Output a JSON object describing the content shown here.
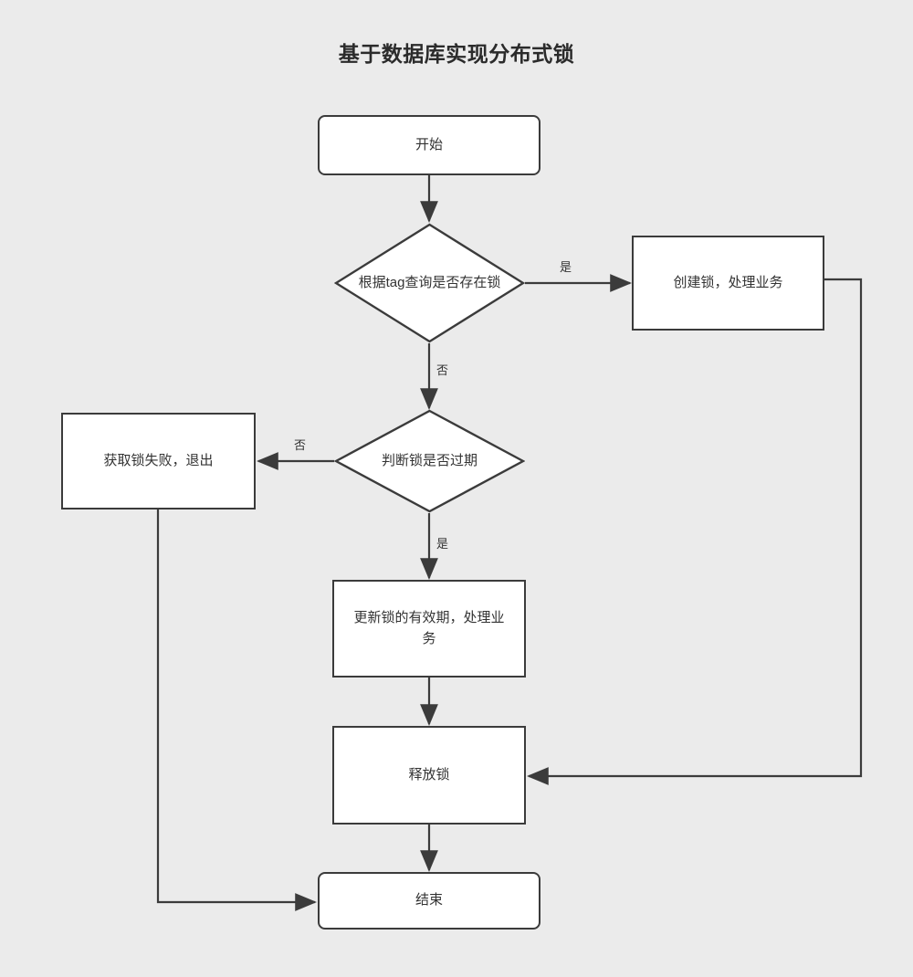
{
  "diagram": {
    "title": "基于数据库实现分布式锁",
    "background_color": "#ebebeb",
    "node_fill": "#ffffff",
    "stroke_color": "#3b3b3b",
    "text_color": "#333333",
    "nodes": [
      {
        "id": "start",
        "label": "开始",
        "shape": "rounded-rect"
      },
      {
        "id": "check-lock",
        "label": "根据tag查询是否存在锁",
        "shape": "diamond"
      },
      {
        "id": "create-lock",
        "label": "创建锁，处理业务",
        "shape": "rect"
      },
      {
        "id": "check-expired",
        "label": "判断锁是否过期",
        "shape": "diamond"
      },
      {
        "id": "acquire-failed",
        "label": "获取锁失败，退出",
        "shape": "rect"
      },
      {
        "id": "renew-lock",
        "label": "更新锁的有效期，处理业务",
        "shape": "rect"
      },
      {
        "id": "release-lock",
        "label": "释放锁",
        "shape": "rect"
      },
      {
        "id": "end",
        "label": "结束",
        "shape": "rounded-rect"
      }
    ],
    "edges": [
      {
        "id": "start-to-check",
        "from": "start",
        "to": "check-lock",
        "label": ""
      },
      {
        "id": "check-to-create",
        "from": "check-lock",
        "to": "create-lock",
        "label": "是"
      },
      {
        "id": "check-to-expired",
        "from": "check-lock",
        "to": "check-expired",
        "label": "否"
      },
      {
        "id": "expired-to-failed",
        "from": "check-expired",
        "to": "acquire-failed",
        "label": "否"
      },
      {
        "id": "expired-to-renew",
        "from": "check-expired",
        "to": "renew-lock",
        "label": "是"
      },
      {
        "id": "renew-to-release",
        "from": "renew-lock",
        "to": "release-lock",
        "label": ""
      },
      {
        "id": "release-to-end",
        "from": "release-lock",
        "to": "end",
        "label": ""
      },
      {
        "id": "create-to-release",
        "from": "create-lock",
        "to": "release-lock",
        "label": ""
      },
      {
        "id": "failed-to-end",
        "from": "acquire-failed",
        "to": "end",
        "label": ""
      }
    ]
  }
}
